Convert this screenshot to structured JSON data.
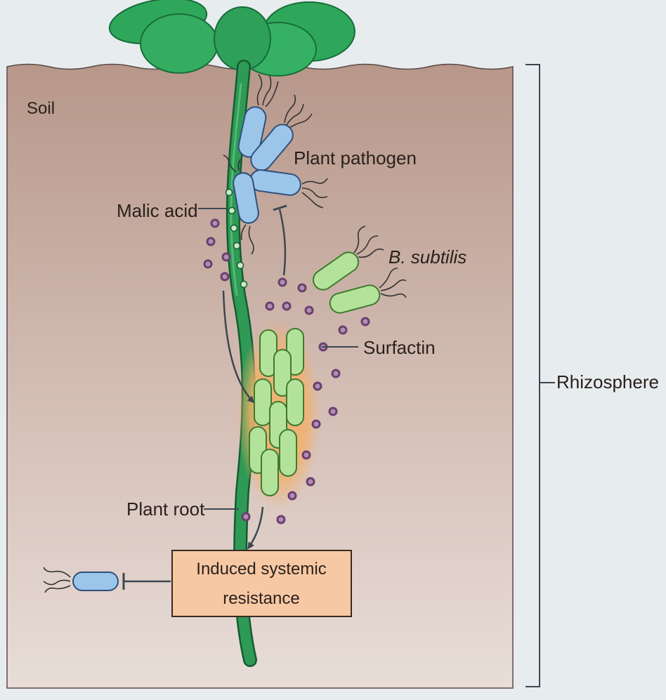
{
  "labels": {
    "soil": "Soil",
    "plant_pathogen": "Plant pathogen",
    "malic_acid": "Malic acid",
    "b_subtilis": "B. subtilis",
    "surfactin": "Surfactin",
    "rhizosphere": "Rhizosphere",
    "plant_root": "Plant root",
    "isr_line1": "Induced systemic",
    "isr_line2": "resistance"
  },
  "colors": {
    "page_background": "#e7ecef",
    "soil_top": "#b7978a",
    "soil_bottom": "#e8ddd8",
    "leaf": "#2fa75a",
    "leaf_dark": "#176d38",
    "root": "#2f9a55",
    "root_dark": "#145c31",
    "pathogen": "#9cc5ea",
    "pathogen_outline": "#2f4f7a",
    "b_subtilis": "#b3e39a",
    "b_subtilis_outline": "#3f7a2f",
    "biofilm_glow": "#f3b06a",
    "surfactin": "#b18fb3",
    "surfactin_outline": "#6b3f6e",
    "isr_box": "#f7c8a4",
    "isr_box_outline": "#3a2a20",
    "arrow": "#3d4752"
  }
}
